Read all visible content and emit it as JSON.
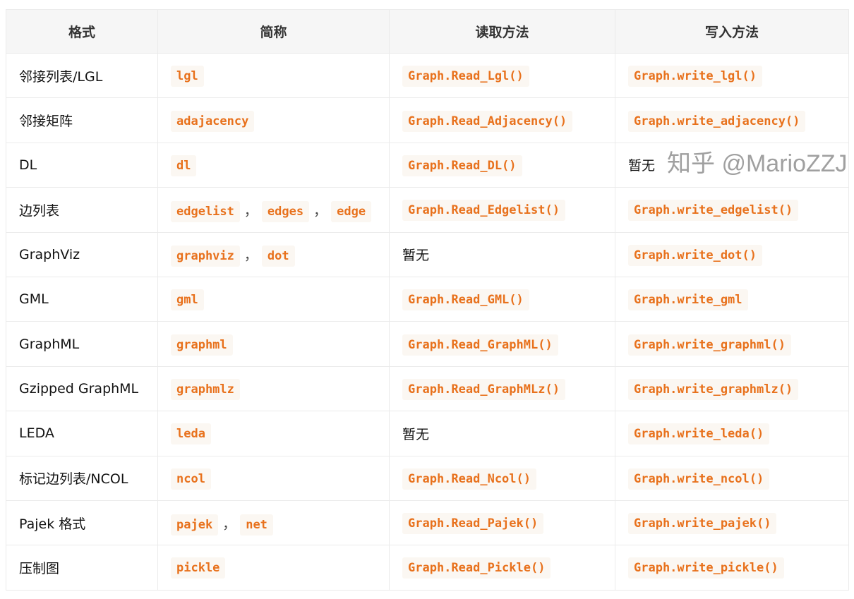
{
  "table": {
    "headers": [
      "格式",
      "简称",
      "读取方法",
      "写入方法"
    ],
    "rows": [
      {
        "format": "邻接列表/LGL",
        "short": [
          "lgl"
        ],
        "read": "Graph.Read_Lgl()",
        "write": "Graph.write_lgl()"
      },
      {
        "format": "邻接矩阵",
        "short": [
          "adajacency"
        ],
        "read": "Graph.Read_Adjacency()",
        "write": "Graph.write_adjacency()"
      },
      {
        "format": "DL",
        "short": [
          "dl"
        ],
        "read": "Graph.Read_DL()",
        "write": "暂无"
      },
      {
        "format": "边列表",
        "short": [
          "edgelist",
          "edges",
          "edge"
        ],
        "read": "Graph.Read_Edgelist()",
        "write": "Graph.write_edgelist()"
      },
      {
        "format": "GraphViz",
        "short": [
          "graphviz",
          "dot"
        ],
        "read": "暂无",
        "write": "Graph.write_dot()"
      },
      {
        "format": "GML",
        "short": [
          "gml"
        ],
        "read": "Graph.Read_GML()",
        "write": "Graph.write_gml"
      },
      {
        "format": "GraphML",
        "short": [
          "graphml"
        ],
        "read": "Graph.Read_GraphML()",
        "write": "Graph.write_graphml()"
      },
      {
        "format": "Gzipped GraphML",
        "short": [
          "graphmlz"
        ],
        "read": "Graph.Read_GraphMLz()",
        "write": "Graph.write_graphmlz()"
      },
      {
        "format": "LEDA",
        "short": [
          "leda"
        ],
        "read": "暂无",
        "write": "Graph.write_leda()"
      },
      {
        "format": "标记边列表/NCOL",
        "short": [
          "ncol"
        ],
        "read": "Graph.Read_Ncol()",
        "write": "Graph.write_ncol()"
      },
      {
        "format": "Pajek 格式",
        "short": [
          "pajek",
          "net"
        ],
        "read": "Graph.Read_Pajek()",
        "write": "Graph.write_pajek()"
      },
      {
        "format": "压制图",
        "short": [
          "pickle"
        ],
        "read": "Graph.Read_Pickle()",
        "write": "Graph.write_pickle()"
      }
    ],
    "separator": "，",
    "none_text": "暂无"
  },
  "watermark": "知乎 @MarioZZJ",
  "colors": {
    "code_text": "#e8711c",
    "code_bg": "#fbf7f2",
    "header_bg": "#f6f6f6"
  }
}
